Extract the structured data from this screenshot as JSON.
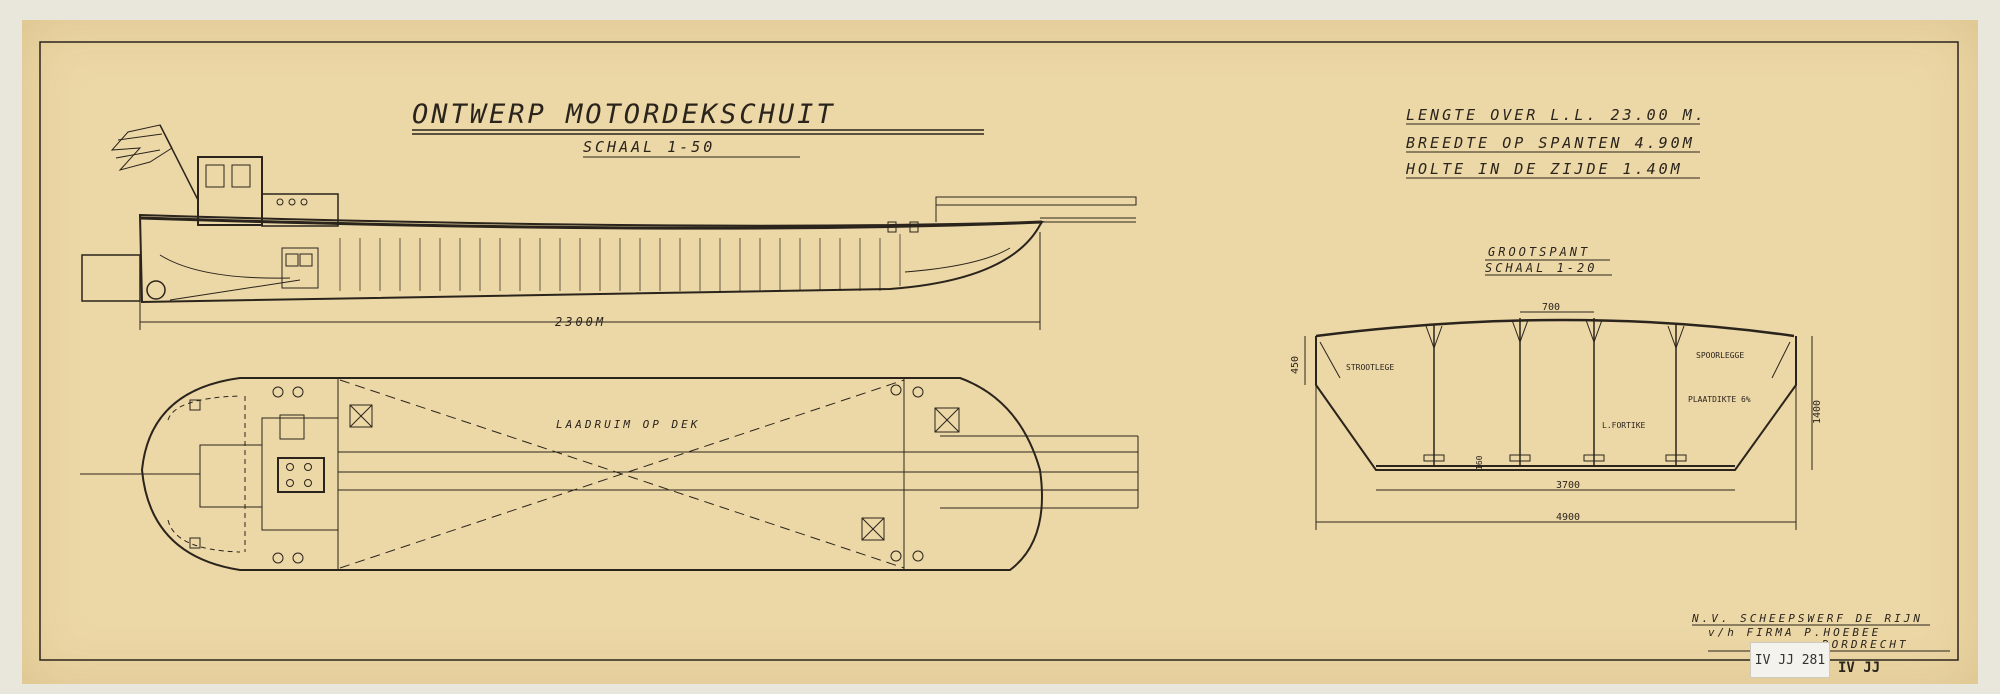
{
  "drawing": {
    "title": "ONTWERP MOTORDEKSCHUIT",
    "title_scale": "SCHAAL 1-50",
    "specs": [
      "LENGTE OVER L.L. 23.00 M.",
      "BREEDTE OP SPANTEN 4.90M",
      "HOLTE IN DE ZIJDE 1.40M"
    ],
    "side_view": {
      "length_label": "2300M"
    },
    "plan_view": {
      "hold_label": "LAADRUIM OP DEK"
    },
    "section": {
      "title": "GROOTSPANT",
      "scale": "SCHAAL 1-20",
      "dims": {
        "top": "700",
        "left": "450",
        "right": "1400",
        "bottom_inner": "3700",
        "bottom_outer": "4900",
        "floor": "160"
      },
      "notes": {
        "left": "STROOTLEGE",
        "right": "SPOORLEGGE",
        "plate": "PLAATDIKTE 6%",
        "middle": "L.FORTIKE"
      }
    },
    "maker": [
      "N.V. SCHEEPSWERF DE RIJN",
      "v/h FIRMA P.HOEBEE",
      "DORDRECHT"
    ],
    "archive_codes": [
      "IV JJ 281",
      "IV JJ"
    ]
  },
  "colors": {
    "paper": "#ecd7a6",
    "ink": "#2a241c",
    "background": "#e9e6dc"
  }
}
